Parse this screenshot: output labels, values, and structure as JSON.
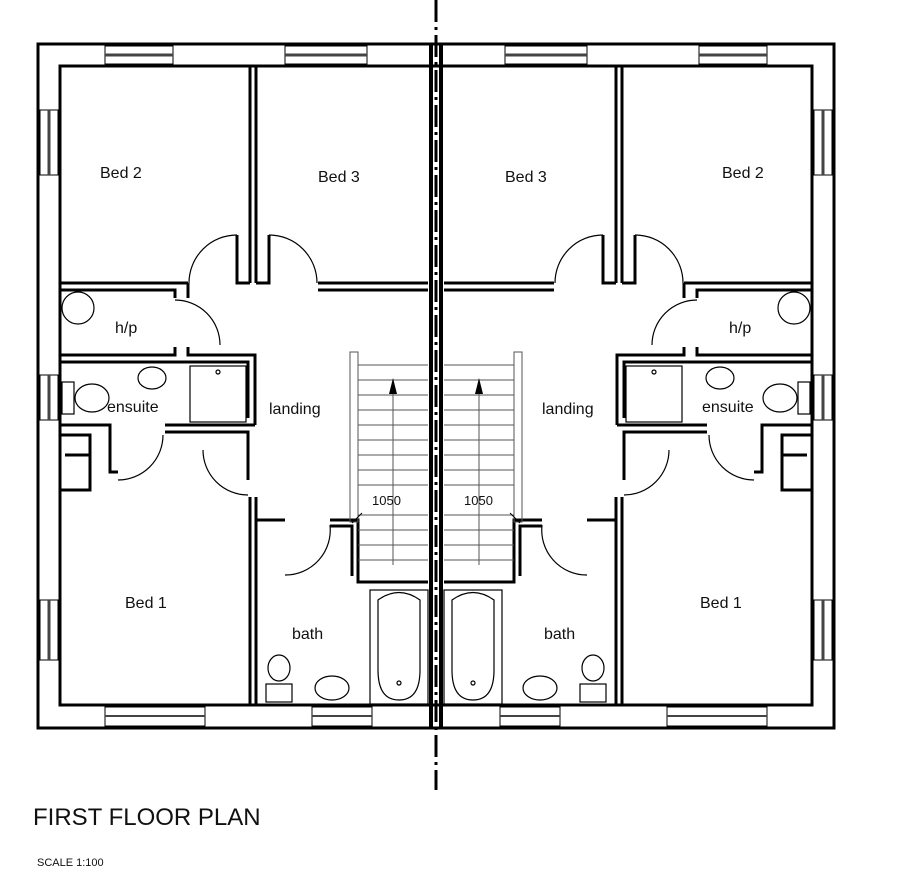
{
  "plan": {
    "title": "FIRST FLOOR PLAN",
    "scale": "SCALE 1:100",
    "colors": {
      "line": "#000000",
      "background": "#ffffff"
    },
    "left_unit": {
      "rooms": {
        "bed2": "Bed 2",
        "bed3": "Bed 3",
        "hp": "h/p",
        "ensuite": "ensuite",
        "landing": "landing",
        "bed1": "Bed 1",
        "bath": "bath"
      },
      "stair_width": "1050"
    },
    "right_unit": {
      "rooms": {
        "bed2": "Bed 2",
        "bed3": "Bed 3",
        "hp": "h/p",
        "ensuite": "ensuite",
        "landing": "landing",
        "bed1": "Bed 1",
        "bath": "bath"
      },
      "stair_width": "1050"
    }
  }
}
